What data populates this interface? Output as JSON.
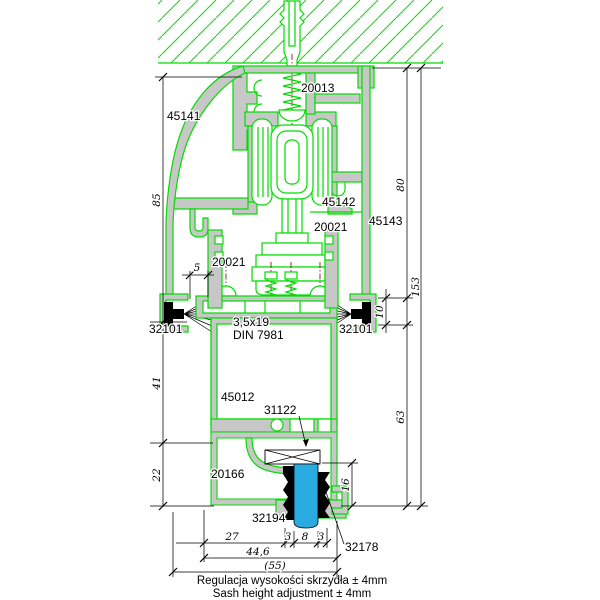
{
  "colors": {
    "background": "#ffffff",
    "profile": "#00dd00",
    "fill": "#c7c7c7",
    "glass": "#29abe2",
    "gasket": "#000000",
    "dim": "#000000",
    "centerline": "#7a0000"
  },
  "parts": {
    "top_screw": "20013",
    "left_cover": "45141",
    "roller_bracket": "45142",
    "frame_profile": "45143",
    "bead_right": "20021",
    "bead_left": "20021",
    "brush_left": "32101",
    "brush_right": "32101",
    "screw_spec_size": "3,5x19",
    "screw_spec_norm": "DIN 7981",
    "sash_profile": "45012",
    "thermal_insert": "31122",
    "bottom_profile": "20166",
    "gasket_left": "32194",
    "gasket_right": "32178"
  },
  "dimensions": {
    "left": {
      "d85": "85",
      "d5": "5",
      "d41": "41",
      "d22": "22"
    },
    "right": {
      "d80": "80",
      "d10": "10",
      "d153": "153",
      "d63": "63",
      "d16": "16"
    },
    "bottom": {
      "d27": "27",
      "d3a": "3",
      "d8": "8",
      "d3b": "3",
      "d44_6": "44,6",
      "d55": "(55)"
    }
  },
  "caption": {
    "pl": "Regulacja wysokości skrzydła ± 4mm",
    "en": "Sash height adjustment ± 4mm"
  }
}
